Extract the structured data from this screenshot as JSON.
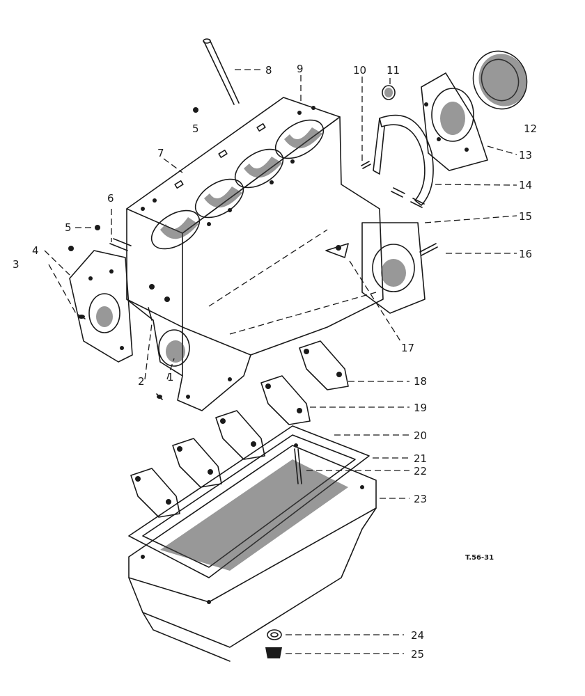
{
  "figure": {
    "reference": "T.56-31"
  },
  "callouts": [
    {
      "id": "c1",
      "label": "1"
    },
    {
      "id": "c2a",
      "label": "2"
    },
    {
      "id": "c3",
      "label": "3"
    },
    {
      "id": "c4",
      "label": "4"
    },
    {
      "id": "c5a",
      "label": "5"
    },
    {
      "id": "c5b",
      "label": "5"
    },
    {
      "id": "c6",
      "label": "6"
    },
    {
      "id": "c7",
      "label": "7"
    },
    {
      "id": "c8",
      "label": "8"
    },
    {
      "id": "c9",
      "label": "9"
    },
    {
      "id": "c10",
      "label": "10"
    },
    {
      "id": "c11",
      "label": "11"
    },
    {
      "id": "c12",
      "label": "12"
    },
    {
      "id": "c13",
      "label": "13"
    },
    {
      "id": "c14",
      "label": "14"
    },
    {
      "id": "c15",
      "label": "15"
    },
    {
      "id": "c16",
      "label": "16"
    },
    {
      "id": "c17",
      "label": "17"
    },
    {
      "id": "c18",
      "label": "18"
    },
    {
      "id": "c19",
      "label": "19"
    },
    {
      "id": "c20",
      "label": "20"
    },
    {
      "id": "c21",
      "label": "21"
    },
    {
      "id": "c22",
      "label": "22"
    },
    {
      "id": "c23",
      "label": "23"
    },
    {
      "id": "c24",
      "label": "24"
    },
    {
      "id": "c25",
      "label": "25"
    }
  ]
}
